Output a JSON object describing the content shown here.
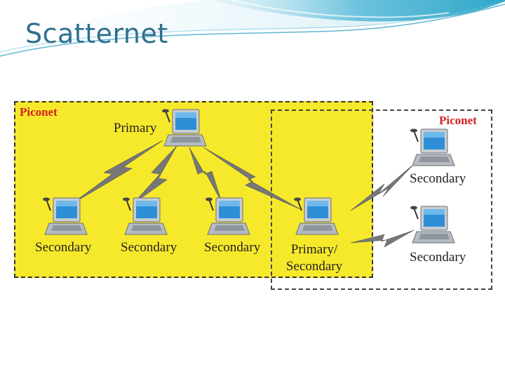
{
  "slide": {
    "title": "Scatternet"
  },
  "diagram": {
    "piconet_left_label": "Piconet",
    "piconet_right_label": "Piconet",
    "nodes": {
      "primary": "Primary",
      "secondary_1": "Secondary",
      "secondary_2": "Secondary",
      "secondary_3": "Secondary",
      "bridge_line1": "Primary/",
      "bridge_line2": "Secondary",
      "secondary_right_top": "Secondary",
      "secondary_right_bottom": "Secondary"
    },
    "colors": {
      "piconet_fill": "#f6e92c",
      "piconet_label": "#d21f1f",
      "title": "#2f6f8f"
    }
  }
}
